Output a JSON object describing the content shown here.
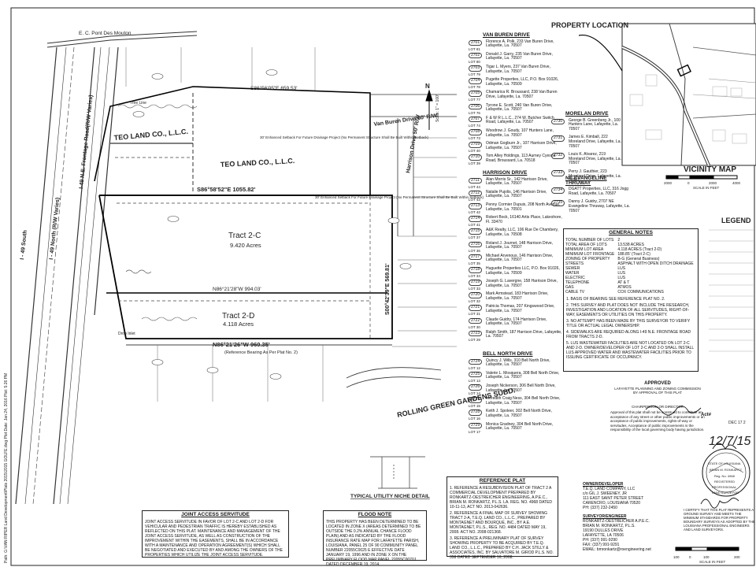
{
  "header": {
    "property_location": "PROPERTY LOCATION",
    "vicinity_map": "VICINITY MAP",
    "scale_in_feet_map": "SCALE IN FEET",
    "legend": "LEGEND",
    "map_scale_ticks": [
      "2000",
      "0",
      "2000",
      "4000"
    ]
  },
  "plat": {
    "pont_des_mouton": "E. C. Pont Des Mouton",
    "frontage_road": "I-49 N.E. Frontage Road(R/W Varies)",
    "i49_north": "I - 49 North (R/W Varies)",
    "i49_south": "I - 49 South",
    "van_buren_road": "Van Buren Drive 50' R/W",
    "harrison_road": "Harrison Drive 50' R/W",
    "teo_label": "TEO LAND CO., L.L.C.",
    "tract_2c_name": "Tract 2-C",
    "tract_2c_area": "9.420 Acres",
    "tract_2d_name": "Tract 2-D",
    "tract_2d_area": "4.118 Acres",
    "bearing_top": "S86°56'05\"E 659.53'",
    "bearing_mid": "S86°58'52\"E 1055.82'",
    "bearing_div": "N86°21'28\"W 994.03'",
    "bearing_bottom": "N86°21'26\"W 960.35'",
    "bearing_right": "S00°42'39\"E 569.81'",
    "reference_note": "(Reference Bearing As Per Plat No. 2)",
    "rolling_green": "ROLLING GREEN GARDENS SUBD.",
    "typical_niche": "TYPICAL UTILITY NICHE DETAIL",
    "setback_note": "30' Enhanced Setback For Future Drainage Project (No Permanent Structure Shall Be Built Within Setback)",
    "tree_line": "Tree Line",
    "drop_inlet": "Drop Inlet",
    "north": "N",
    "scale": "Scale: 1\" = 100'"
  },
  "streets": {
    "van_buren": {
      "title": "VAN BUREN DRIVE",
      "entries": [
        {
          "num": "2701",
          "lot": "LOT 81",
          "text": "Florence A. Polk, 233 Van Buren Drive, Lafayette, La. 70507"
        },
        {
          "num": "2702",
          "lot": "LOT 80",
          "text": "Donald J. Garry, 235 Van Buren Drive, Lafayette, La. 70507"
        },
        {
          "num": "2703",
          "lot": "LOT 79",
          "text": "Tigar L. Myers, 237 Van Buren Drive, Lafayette, La. 70507"
        },
        {
          "num": "2704",
          "lot": "LOT 78",
          "text": "Pugette Properties, LLC, P.O. Box 91026, Lafayette, La. 70509"
        },
        {
          "num": "2705",
          "lot": "LOT 77",
          "text": "Chamarica R. Broussard, 238 Van Buren Drive, Lafayette, La. 70507"
        },
        {
          "num": "2706",
          "lot": "LOT 76",
          "text": "Tyrone E. Scott, 240 Van Buren Drive, Lafayette, La. 70507"
        },
        {
          "num": "2707",
          "lot": "LOT 74",
          "text": "F & W R L.L.C., 274 W. Butcher Switch Road, Lafayette, La. 70507"
        },
        {
          "num": "2708",
          "lot": "LOT 73",
          "text": "Woodrow J. Goudy, 107 Hunters Lane, Lafayette, La. 70507"
        },
        {
          "num": "2709",
          "lot": "LOT 40",
          "text": "Odman Gogburn Jr., 107 Harrison Drive, Lafayette, La. 70507"
        },
        {
          "num": "2710",
          "lot": "LOT 39",
          "text": "Tom Alley Holdings, 113 Aurney Cyesna Road, Broussard, La. 70518"
        }
      ]
    },
    "harrison": {
      "title": "HARRISON DRIVE",
      "entries": [
        {
          "num": "2711",
          "lot": "LOT 44",
          "text": "Alan Morris Sr., 142 Harrison Drive, Lafayette, La. 70507"
        },
        {
          "num": "2712",
          "lot": "LOT 43",
          "text": "Natalie Pujolis, 146 Harrison Drive, Lafayette, La. 70507"
        },
        {
          "num": "2713",
          "lot": "LOT 42",
          "text": "Penny Cormier Dupuis, 208 North Avenue, Lafayette, La. 70501"
        },
        {
          "num": "2714",
          "lot": "LOT 41",
          "text": "Robert Bock, 16140 Artis Place, Lakeshore, Fl. 33470"
        },
        {
          "num": "2715",
          "lot": "LOT 37",
          "text": "A&K Realty, LLC, 106 Rue De Chambery, Lafayette, La. 70508"
        },
        {
          "num": "2716",
          "lot": "LOT 36",
          "text": "Roland J. Journet, 148 Harrison Drive, Lafayette, La. 70507"
        },
        {
          "num": "2717",
          "lot": "LOT 35",
          "text": "Michael Arvenous, 146 Harrison Drive, Lafayette, La. 70507"
        },
        {
          "num": "2718",
          "lot": "LOT 34",
          "text": "Huguette Properties LLC, P.O. Box 91026, Lafayette, La. 70509"
        },
        {
          "num": "2719",
          "lot": "LOT 33",
          "text": "Joseph G. Lavergne, 158 Harrison Drive, Lafayette, La. 70507"
        },
        {
          "num": "2720",
          "lot": "LOT 32",
          "text": "Mark Armstead, 183 Harrison Drive, Lafayette, La. 70507"
        },
        {
          "num": "2721",
          "lot": "LOT 31",
          "text": "Patricia Thomas, 207 Kingswood Drive, Lafayette, La. 70507"
        },
        {
          "num": "2722",
          "lot": "LOT 30",
          "text": "Claude Guidry, 174 Harrison Drive, Lafayette, La. 70507"
        },
        {
          "num": "2723",
          "lot": "LOT 29",
          "text": "Ralph Smith, 187 Harrison Drive, Lafayette, La. 70507"
        }
      ]
    },
    "bell_north": {
      "title": "BELL NORTH DRIVE",
      "entries": [
        {
          "num": "2724",
          "lot": "LOT 12",
          "text": "Quincy J. Wills, 310 Bell North Drive, Lafayette, La. 70507"
        },
        {
          "num": "2725",
          "lot": "LOT 13",
          "text": "Valerie L. Mosquera, 308 Bell North Drive, Lafayette, La. 70507"
        },
        {
          "num": "2726",
          "lot": "LOT 14",
          "text": "Joseph Nickerson, 306 Bell North Drive, Lafayette, La. 70507"
        },
        {
          "num": "2727",
          "lot": "LOT 15",
          "text": "Meredith Craig Ness, 304 Bell North Drive, Lafayette, La. 70507"
        },
        {
          "num": "2728",
          "lot": "LOT 16",
          "text": "Keith J. Spoleer, 302 Bell North Drive, Lafayette, La. 70507"
        },
        {
          "num": "2729",
          "lot": "LOT 17",
          "text": "Monica Gradney, 304 Bell North Drive, Lafayette, La. 70507"
        }
      ]
    },
    "moreland": {
      "title": "MORELAN DRIVE",
      "entries": [
        {
          "num": "2730",
          "text": "George B. Greenberg Jr., 100 Hunters Lane, Lafayette, La. 70507"
        },
        {
          "num": "2731",
          "text": "James E. Kimball, 222 Moreland Drive, Lafayette, La. 70507"
        },
        {
          "num": "2732",
          "text": "Louis K. Alvarez, 219 Moreland Drive, Lafayette, La. 70507"
        },
        {
          "num": "2733",
          "text": "Perry J. Gauthier, 223 Moreland Drive, Lafayette, La. 70507"
        }
      ]
    },
    "ne_evangeline": {
      "title": "NE EVANGELINE THRUWAY",
      "entries": [
        {
          "num": "2734",
          "text": "DGATT Properties, LLC, 316 Jogg Road, Lafayette, La. 70507"
        },
        {
          "num": "2735",
          "text": "Danny J. Guidry, 2707 NE Evangeline Thruway, Lafayette, La. 70507"
        }
      ]
    }
  },
  "general_notes": {
    "title": "GENERAL NOTES",
    "table": [
      [
        "TOTAL NUMBER OF LOTS",
        "2"
      ],
      [
        "TOTAL AREA OF LOTS",
        "13.538 ACRES"
      ],
      [
        "MINIMUM LOT AREA",
        "4.118 ACRES (Tract 2-D)"
      ],
      [
        "MINIMUM LOT FRONTAGE",
        "188.85' (Tract 2-C)"
      ],
      [
        "ZONING OF PROPERTY",
        "B-G (General Business)"
      ],
      [
        "STREETS",
        "ASPHALT WITH OPEN DITCH DRAINAGE"
      ],
      [
        "SEWER",
        "LUS"
      ],
      [
        "WATER",
        "LUS"
      ],
      [
        "ELECTRIC",
        "LUS"
      ],
      [
        "TELEPHONE",
        "AT & T"
      ],
      [
        "GAS",
        "ATMOS"
      ],
      [
        "CABLE TV",
        "COX COMMUNICATIONS"
      ]
    ],
    "notes": [
      "1. BASIS OF BEARING SEE REFERENCE PLAT NO. 2.",
      "2. THIS SURVEY AND PLAT DOES NOT INCLUDE THE RESEARCH, INVESTIGATION AND LOCATION OF ALL SERVITUDES, RIGHT-OF-WAY, EASEMENTS OR UTILITIES ON THIS PROPERTY.",
      "3. NO ATTEMPT HAS BEEN MADE BY THIS SURVEYOR TO VERIFY TITLE OR ACTUAL LEGAL OWNERSHIP.",
      "4. SIDEWALKS ARE REQUIRED ALONG I-49 N.E. FRONTAGE ROAD FROM TRACTS 2-D.",
      "5. LUS WASTEWATER FACILITIES ARE NOT LOCATED ON LOT 2-C AND 2-D. OWNER/DEVELOPER OF LOT 2-C AND 2-D SHALL INSTALL LUS APPROVED WATER AND WASTEWATER FACILITIES PRIOR TO ISSUING CERTIFICATE OF OCCUPANCY."
    ]
  },
  "approval": {
    "title": "APPROVED",
    "line1": "LAFAYETTE PLANNING AND ZONING COMMISSION",
    "line2": "BY APPROVAL OF THIS PLAT",
    "signer_title": "CHAIRPERSON OR DIRECTOR",
    "statement": "Approval of this plat shall not be construed to constitute an acceptance of any street or other public improvements or an acceptance of public improvements, rights-of-way or servitudes. Acceptance of public improvements is the responsibility of the local governing body having jurisdiction."
  },
  "stamp": {
    "date_handwritten": "12/7/15",
    "state": "STATE OF LOUISIANA",
    "name": "BRIAN M. RONKARTZ",
    "reg": "Reg. No. 4968",
    "registered": "REGISTERED",
    "professional": "PROFESSIONAL",
    "surveyor": "LAND SURVEYOR",
    "act_label": "Act#",
    "dec_text": "DEC 17 2"
  },
  "certify": "I CERTIFY THAT THIS PLAT REPRESENTS A GROUND SURVEY AND MEETS THE MINIMUM STANDARDS FOR PROPERTY BOUNDARY SURVEYS AS ADOPTED BY THE LOUISIANA PROFESSIONAL ENGINEERS AND LAND SURVEYORS.",
  "joint_access": {
    "title": "JOINT ACCESS SERVITUDE",
    "text": "JOINT ACCESS SERVITUDE IN FAVOR OF LOT 2-C AND LOT 2-D FOR VEHICULAR AND PEDESTRIAN TRAFFIC IS HEREBY ESTABLISHED AS REFLECTED ON THIS PLAT. MAINTENANCE AND MANAGEMENT OF THE JOINT ACCESS SERVITUDE, AS WELL AS CONSTRUCTION OF THE IMPROVEMENT WITHIN THE EASEMENTS, SHALL BE IN ACCORDANCE WITH A MAINTENANCE AND OPERATION AGREEMENT(S) WHICH SHALL BE NEGOTIATED AND EXECUTED BY AND AMONG THE OWNERS OF THE PROPERTIES WHICH UTILIZE THE JOINT ACCESS SERVITUDE."
  },
  "flood_note": {
    "title": "FLOOD NOTE",
    "text": "THIS PROPERTY HAS BEEN DETERMINED TO BE LOCATED IN ZONE X (AREAS DETERMINED TO BE OUTSIDE THE 0.2% ANNUAL CHANCE FLOOD PLAIN) AND AS INDICATED BY THE FLOOD INSURANCE RATE MAP FOR LAFAYETTE PARISH, LOUISIANA, PANEL 25 OF 90 COMMUNITY PANEL NUMBER 22055C0025 E EFFECTIVE DATE JANUARY 19, 1996 AND IN ZONE X ON THE PRELIMINARY FLOOD MAP PANEL 22055C0070J DATED DECEMBER 19, 2014."
  },
  "reference_plat": {
    "title": "REFERENCE PLAT",
    "items": [
      "1. REFERENCE A RESUBDIVISION PLAT OF TRACT 2 A COMMERCIAL DEVELOPMENT PREPARED BY RONKARTZ-OESTREICHER ENGINEERING, A.P.E.C., BRIAN M. RONKARTZ, P.L.S. LA. REG. NO. 4968 DATED 10-11-13, ACT NO. 2013-042636.",
      "2. REFERENCE A FINAL MAP OF SURVEY SHOWING TRACT 2-A, T.E.Q. LAND CO., L.L.C., PREPARED BY MONTAGNET AND BOURQUE, INC., BY A.E. MONTAGNET, P.L.S., REG. NO. 4484 DATED MAY 19, 2008. ACT NO. 2008-021368.",
      "3. REFERENCE A PRELIMINARY PLAT OF SURVEY SHOWING PROPERTY TO BE ACQUIRED BY T.E.Q. LAND CO., L.L.C., PREPARED BY C.H. JACK STILLY & ASSOCIATES, INC. BY SALVATORE M. GIROD P.L.S. NO. 358 DATED SEPTEMBER 16, 2008."
    ]
  },
  "owner": {
    "title": "OWNER/DEVELOPER",
    "lines": [
      "T.E.Q. LAND COMPANY, LLC",
      "c/o GIL J. SWEENEY, JR",
      "111 EAST SAINT PETER STREET",
      "CARENCRO, LOUISIANA 70520",
      "PH: (337) 232-2450"
    ]
  },
  "surveyor": {
    "title": "SURVEYOR/ENGINEER",
    "lines": [
      "RONKARTZ-OESTREICHER A.P.E.C.",
      "BRIAN M. RONKARTZ, P.L.S.",
      "19190 DULLES DRIVE",
      "LAFAYETTE, LA 70506",
      "PH: (337) 991-9290",
      "FAX: (337) 991-9291",
      "EMAIL: bmronkartz@roengineering.net"
    ]
  },
  "bottom_scale": {
    "ticks": [
      "100",
      "0",
      "100",
      "200"
    ],
    "label": "SCALE IN FEET"
  },
  "side_text": "Path: G:\\VAN RIPER Land Development\\Plats 2015\\2015 GOLFE.dwg  Plot Date: Jan 24, 2016  Plot: 5:26 PM"
}
